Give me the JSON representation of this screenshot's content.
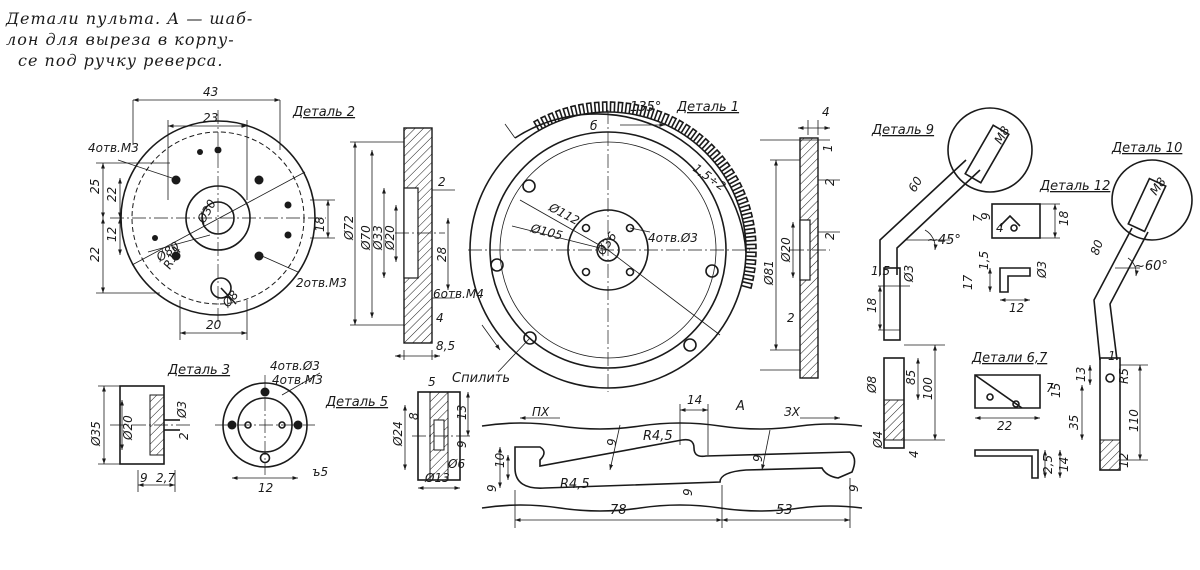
{
  "caption": {
    "line1": "Детали пульта. А — шаб-",
    "line2": "лон для выреза в корпу-",
    "line3": "се под ручку реверса."
  },
  "parts": {
    "p2": {
      "title": "Деталь 2",
      "holes_m3": "4отв.М3",
      "holes_2m3": "2отв.М3",
      "d80": "Ø80",
      "d30": "Ø30",
      "d8": "Ø8",
      "r14": "R14",
      "w43": "43",
      "w23": "23",
      "w20": "20",
      "h25": "25",
      "h22a": "22",
      "h22b": "22",
      "h12": "12"
    },
    "p2s": {
      "d72": "Ø72",
      "d70": "Ø70",
      "d33": "Ø33",
      "d20": "Ø20",
      "v18": "18",
      "v28": "28",
      "v2": "2",
      "v4": "4",
      "v85": "8,5",
      "holes_m4": "6отв.М4"
    },
    "p1": {
      "title": "Деталь 1",
      "angle": "135°",
      "d112": "Ø112",
      "d105": "Ø105",
      "d36": "Ø36",
      "holes_d3": "4отв.Ø3",
      "tooth": "1,5÷2",
      "b": "б",
      "cut": "Спилить"
    },
    "p1s": {
      "v4": "4",
      "v1": "1",
      "v2a": "2",
      "v2b": "2",
      "v2c": "2",
      "d20": "Ø20",
      "d81": "Ø81"
    },
    "p9": {
      "title": "Деталь 9",
      "m8": "М8",
      "len": "60",
      "angle": "~45°"
    },
    "p10": {
      "title": "Деталь 10",
      "m8": "М8",
      "len": "80",
      "angle": "~60°"
    },
    "p12": {
      "title": "Деталь 12",
      "v18": "18",
      "v7": "7",
      "v9": "9",
      "v4": "4",
      "v17": "17",
      "v15": "1,5",
      "d3": "Ø3",
      "v12": "12"
    },
    "pshaft": {
      "v15": "1,5",
      "d3": "Ø3",
      "v18": "18",
      "d8": "Ø8",
      "v85": "85",
      "v100": "100",
      "d4": "Ø4",
      "v4": "4"
    },
    "p67": {
      "title": "Детали 6,7",
      "v7": "7",
      "v15": "15",
      "v22": "22",
      "v25": "2,5",
      "v14": "14"
    },
    "p10s": {
      "v13": "13",
      "v1": "1",
      "r5": "R5",
      "v35": "35",
      "v110": "110",
      "v12": "12"
    },
    "p3": {
      "title": "Деталь 3",
      "d35": "Ø35",
      "d20": "Ø20",
      "d3": "Ø3",
      "v2": "2",
      "v9": "9",
      "v27": "2,7"
    },
    "p5": {
      "title": "Деталь 5",
      "holes_d3": "4отв.Ø3",
      "holes_m3": "4отв.М3",
      "v12": "12",
      "v5": "5",
      "v8": "8",
      "v13": "13",
      "v9": "9",
      "v24": "Ø24",
      "d6": "Ø6",
      "d13": "Ø13",
      "mark": "ъ5"
    },
    "template": {
      "label_a": "А",
      "px": "ПХ",
      "zx": "ЗХ",
      "v14": "14",
      "r45a": "R4,5",
      "r45b": "R4,5",
      "v9a": "9",
      "v9b": "9",
      "v9c": "9",
      "v9d": "9",
      "v9e": "9",
      "v10": "10",
      "v78": "78",
      "v53": "53"
    }
  }
}
